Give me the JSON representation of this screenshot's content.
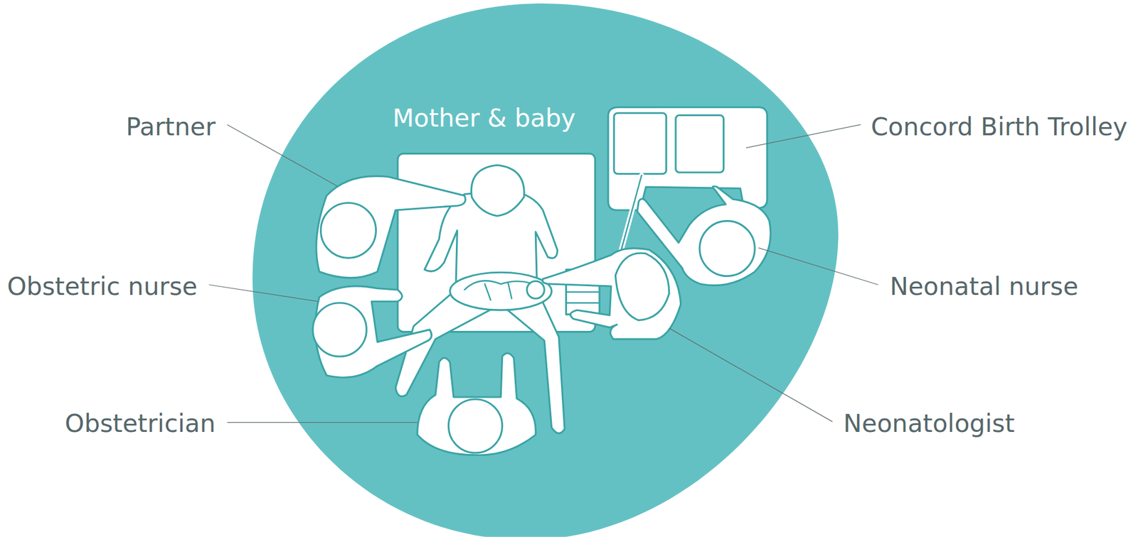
{
  "diagram": {
    "labels": [
      "Mother & baby",
      "Partner",
      "Concord Birth Trolley",
      "Obstetric nurse",
      "Neonatal nurse",
      "Obstetrician",
      "Neonatologist"
    ]
  }
}
